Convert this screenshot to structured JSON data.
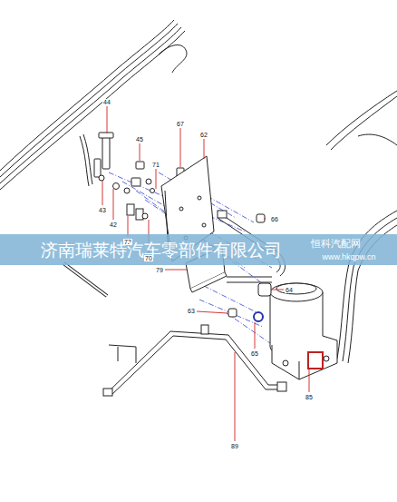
{
  "diagram": {
    "labels": [
      "44",
      "45",
      "67",
      "62",
      "71",
      "43",
      "42",
      "66",
      "72",
      "70",
      "79",
      "64",
      "63",
      "65",
      "85",
      "89",
      "济南瑞莱特汽车零部件有限公司",
      "恒科汽配网",
      "www.hkqpw.cn"
    ]
  }
}
